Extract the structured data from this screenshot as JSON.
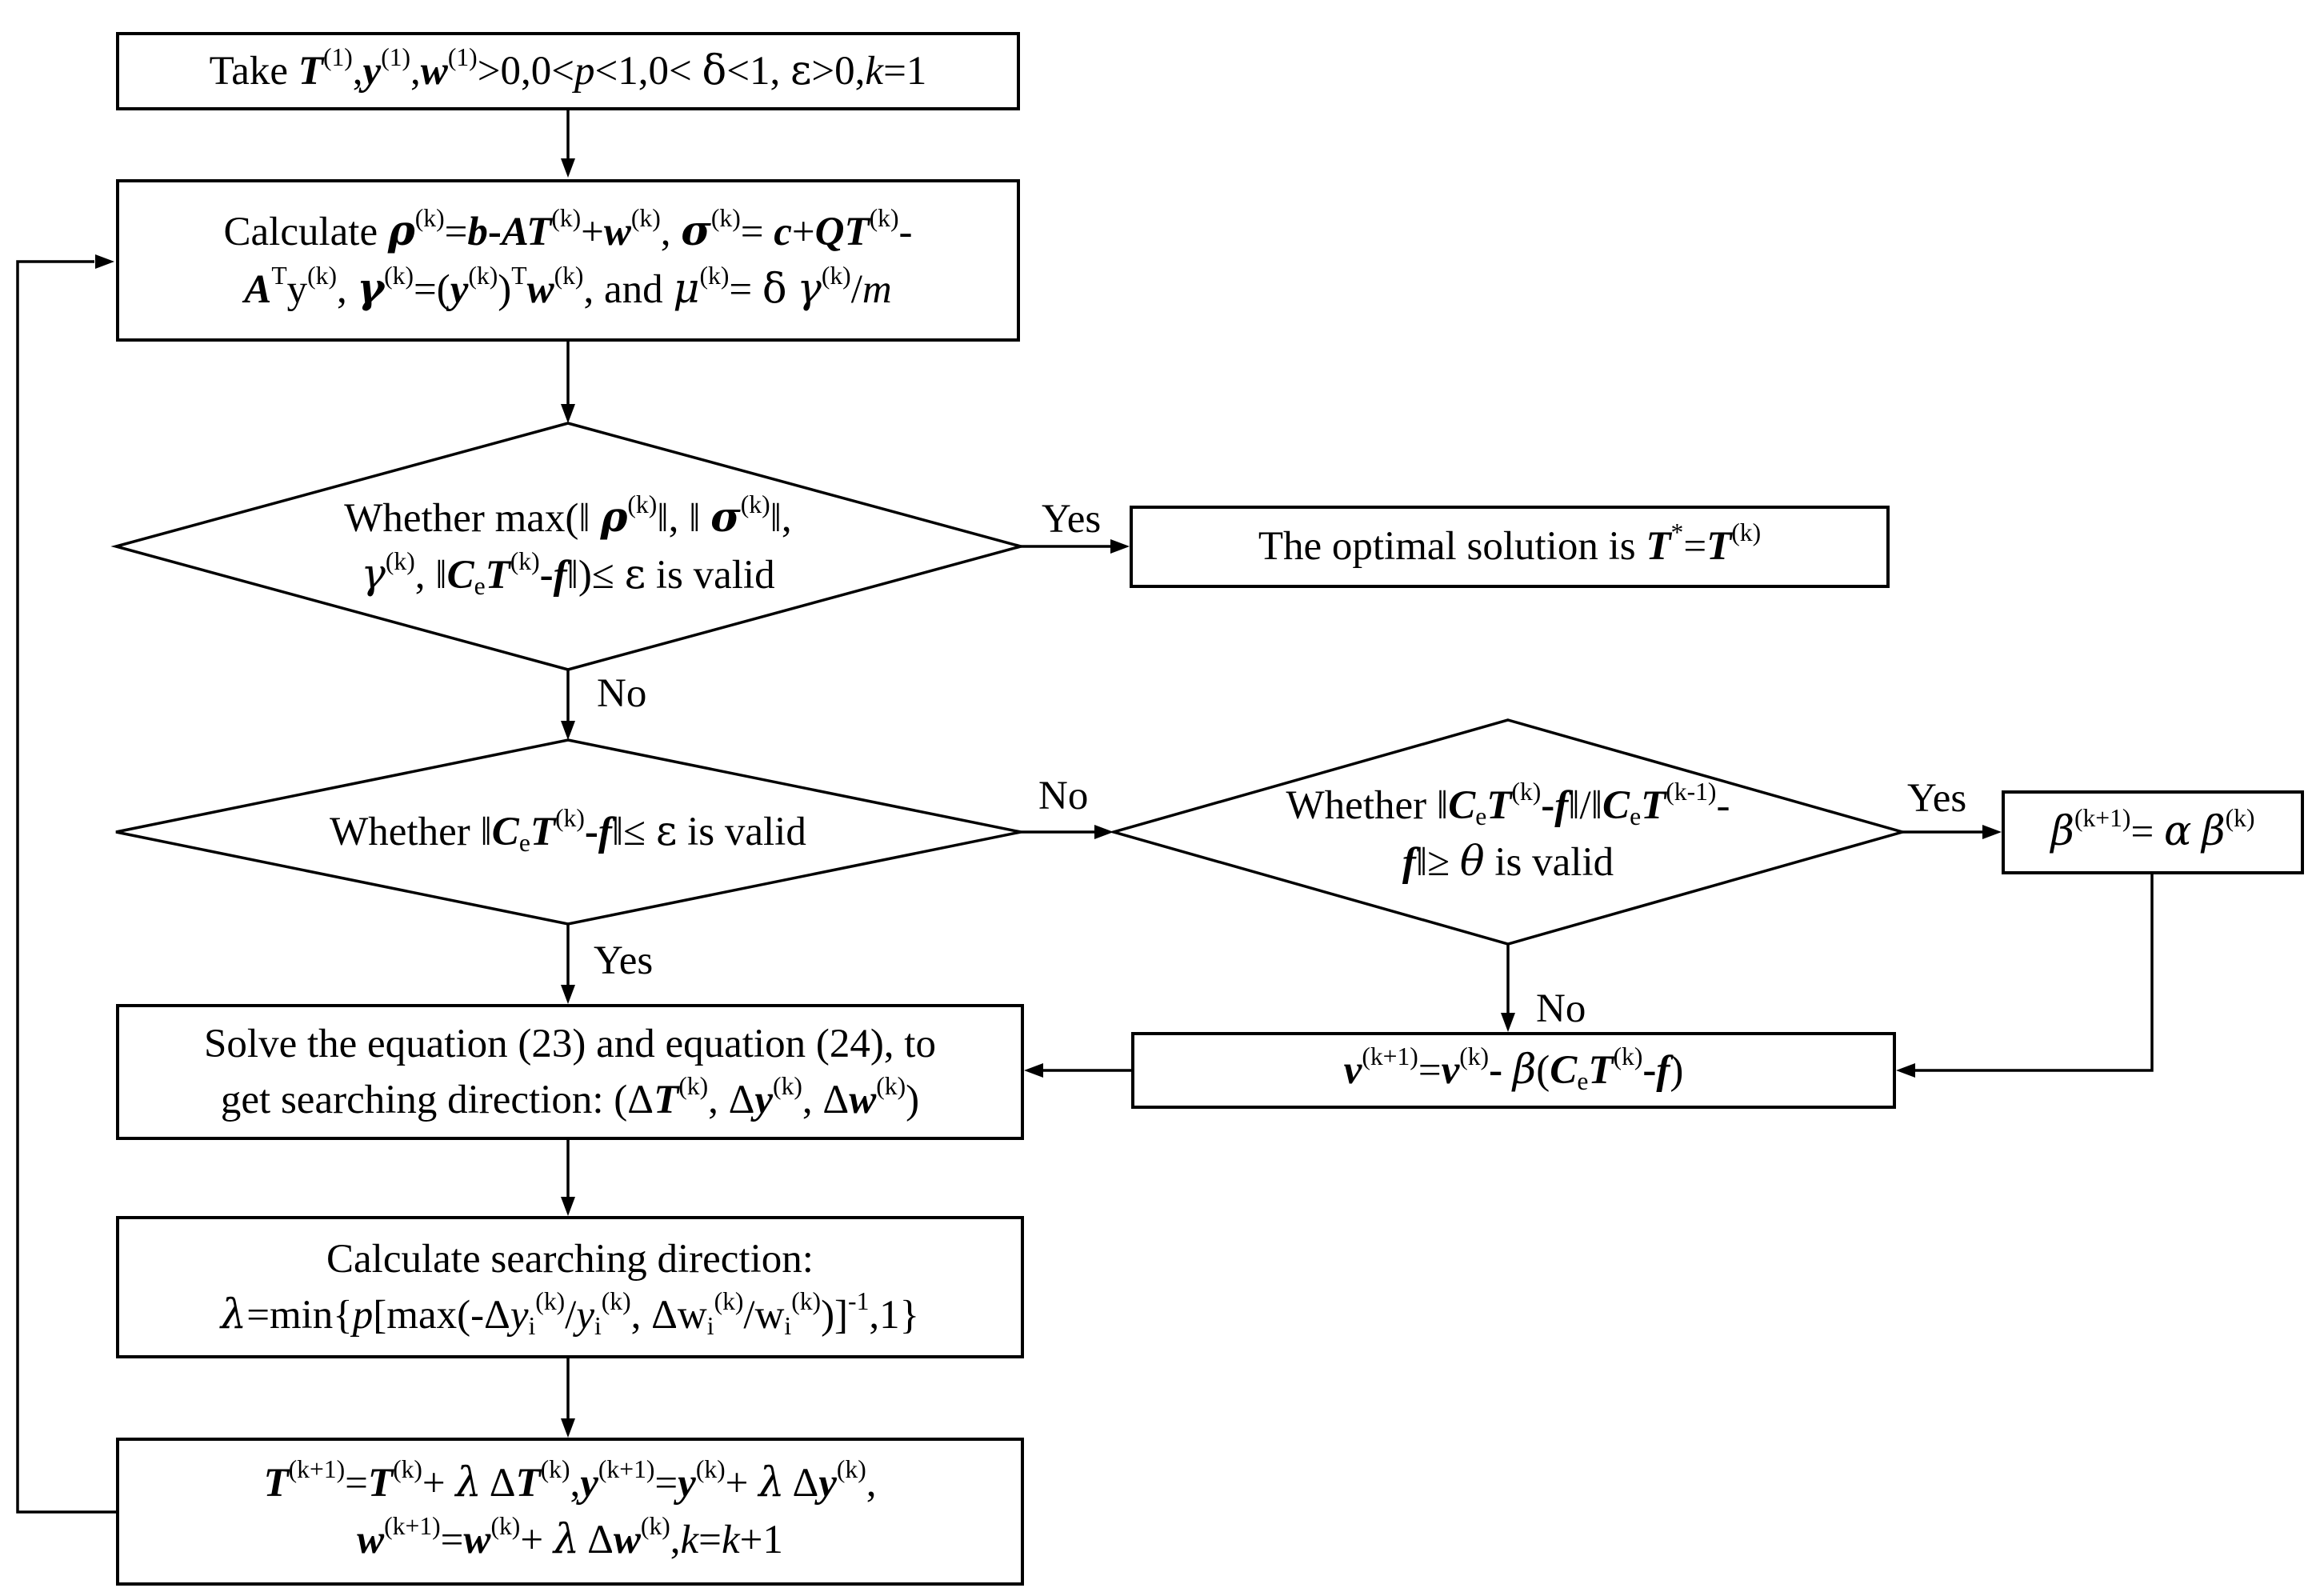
{
  "nodes": {
    "init": "Take T(1),y(1),w(1)>0,0<p<1,0< δ<1, ε>0,k=1",
    "calc_residuals": "Calculate ρ(k)=b-AT(k)+w(k), σ(k)= c+QT(k)-ATy(k), γ(k)=(y(k))Tw(k), and μ(k)= δ γ(k)/m",
    "decision_optimal": "Whether max(‖ρ(k)‖, ‖σ(k)‖, γ(k), ‖CeT(k)-f‖)≤ ε is valid",
    "optimal_solution": "The optimal solution is T*=T(k)",
    "decision_constraint": "Whether ‖CeT(k)-f‖≤ ε is valid",
    "decision_ratio": "Whether ‖CeT(k)-f‖/‖CeT(k-1)-f‖≥ θ is valid",
    "beta_update": "β(k+1)= α β(k)",
    "v_update": "v(k+1)=v(k)- β(CeT(k)-f)",
    "solve_direction": "Solve the equation (23) and equation (24), to get searching direction: (ΔT(k), Δy(k), Δw(k))",
    "step_size": "Calculate searching direction: λ=min{p[max(-Δyi(k)/yi(k), Δwi(k)/wi(k))]-1,1}",
    "iterate_update": "T(k+1)=T(k)+ λ ΔT(k), y(k+1)=y(k)+ λ Δy(k), w(k+1)=w(k)+ λ Δw(k), k=k+1"
  },
  "edge_labels": {
    "optimal_yes": "Yes",
    "optimal_no": "No",
    "constraint_no": "No",
    "constraint_yes": "Yes",
    "ratio_yes": "Yes",
    "ratio_no": "No"
  }
}
